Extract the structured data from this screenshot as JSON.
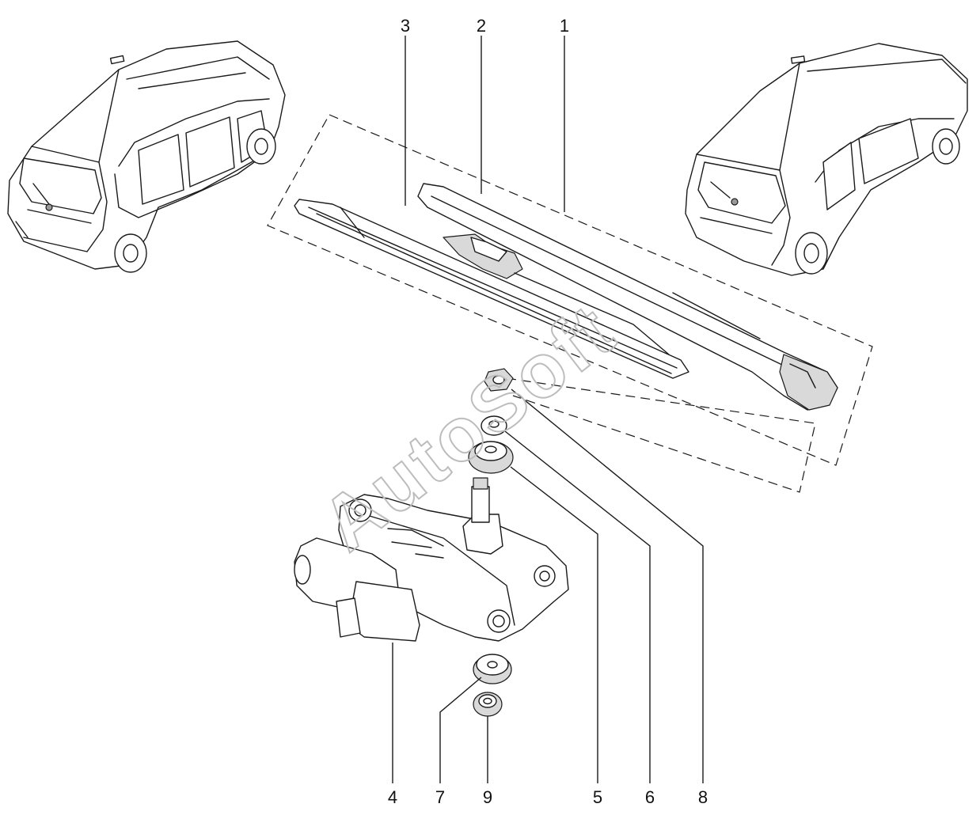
{
  "diagram": {
    "watermark": "AutoSoft",
    "callouts": [
      {
        "id": "1",
        "label": "1"
      },
      {
        "id": "2",
        "label": "2"
      },
      {
        "id": "3",
        "label": "3"
      },
      {
        "id": "4",
        "label": "4"
      },
      {
        "id": "7",
        "label": "7"
      },
      {
        "id": "9",
        "label": "9"
      },
      {
        "id": "5",
        "label": "5"
      },
      {
        "id": "6",
        "label": "6"
      },
      {
        "id": "8",
        "label": "8"
      }
    ],
    "icons": [
      "wagon-car-icon",
      "hatchback-car-icon",
      "wiper-blade-icon",
      "wiper-arm-icon",
      "wiper-motor-icon",
      "nut-icon",
      "washer-icon",
      "grommet-icon"
    ]
  }
}
